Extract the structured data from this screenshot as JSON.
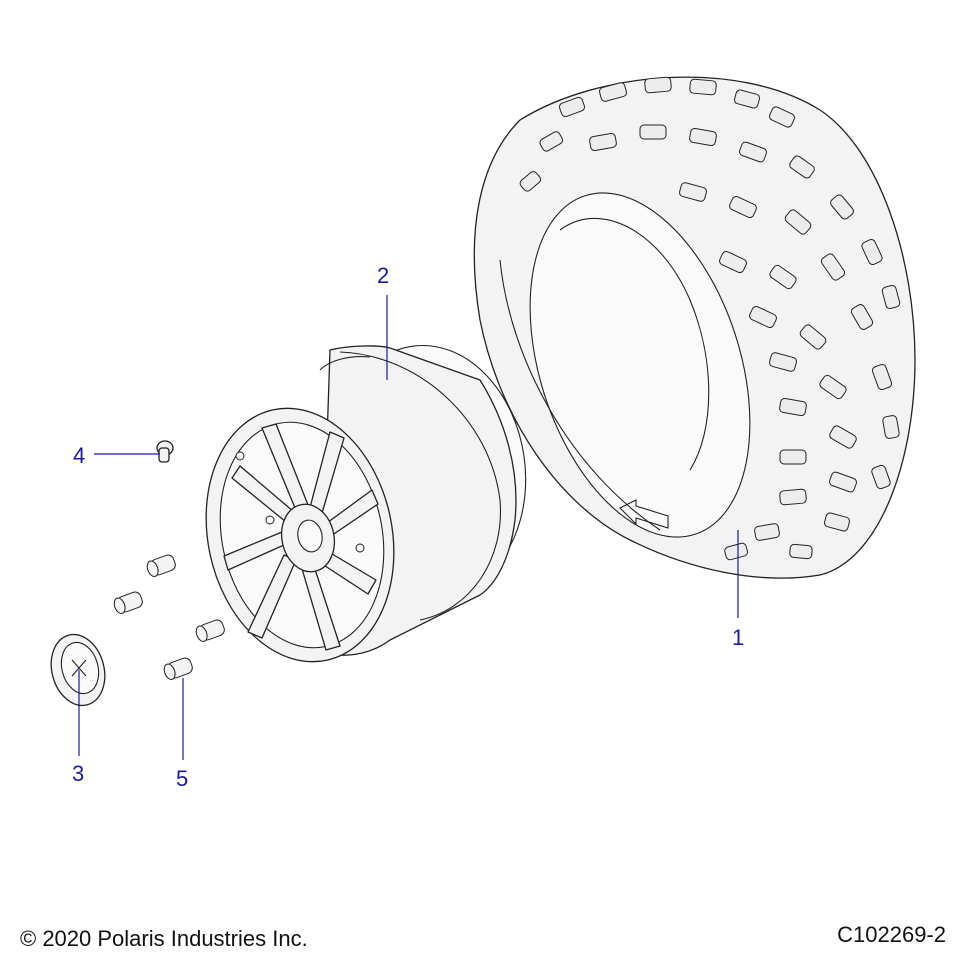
{
  "callouts": [
    {
      "id": "1",
      "label": "1"
    },
    {
      "id": "2",
      "label": "2"
    },
    {
      "id": "3",
      "label": "3"
    },
    {
      "id": "4",
      "label": "4"
    },
    {
      "id": "5",
      "label": "5"
    }
  ],
  "footer": {
    "copyright": "© 2020 Polaris Industries Inc.",
    "drawing_number": "C102269-2"
  },
  "colors": {
    "callout": "#1a1aa0",
    "line_art": "#222222",
    "background": "#ffffff"
  }
}
